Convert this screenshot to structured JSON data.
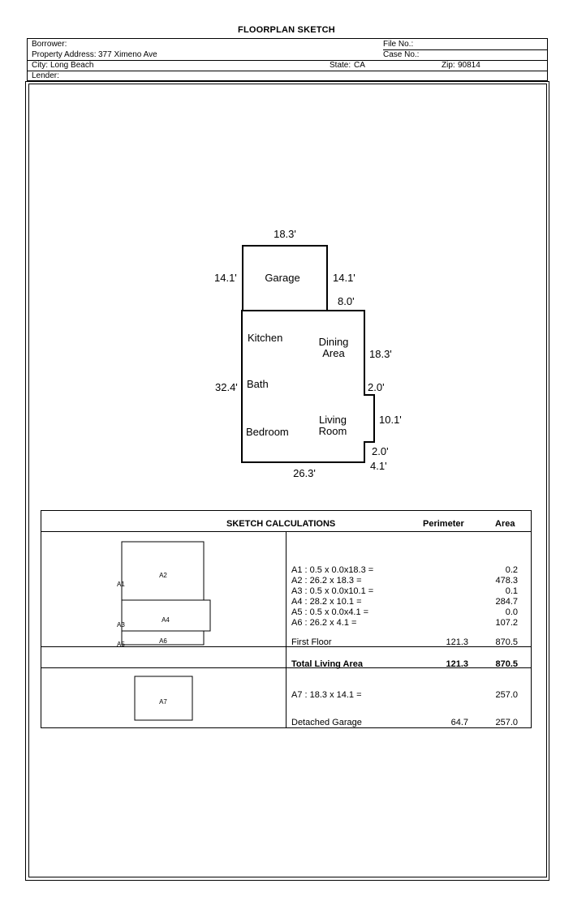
{
  "title": "FLOORPLAN SKETCH",
  "header": {
    "borrower_label": "Borrower:",
    "property_address_label": "Property Address:",
    "property_address": "377 Ximeno Ave",
    "city_label": "City:",
    "city": "Long Beach",
    "state_label": "State:",
    "state": "CA",
    "zip_label": "Zip:",
    "zip": "90814",
    "lender_label": "Lender:",
    "file_no_label": "File No.:",
    "case_no_label": "Case No.:"
  },
  "sketch": {
    "dimensions": {
      "garage_top": "18.3'",
      "garage_left": "14.1'",
      "garage_right": "14.1'",
      "step_top": "8.0'",
      "house_left": "32.4'",
      "dining_right": "18.3'",
      "jog1": "2.0'",
      "living_right": "10.1'",
      "jog2": "2.0'",
      "corner": "4.1'",
      "house_bottom": "26.3'"
    },
    "rooms": {
      "garage": "Garage",
      "kitchen": "Kitchen",
      "dining_1": "Dining",
      "dining_2": "Area",
      "bath": "Bath",
      "living_1": "Living",
      "living_2": "Room",
      "bedroom": "Bedroom"
    }
  },
  "calculations": {
    "heading": "SKETCH CALCULATIONS",
    "col_perimeter": "Perimeter",
    "col_area": "Area",
    "area_labels": [
      "A1",
      "A2",
      "A3",
      "A4",
      "A5",
      "A6",
      "A7"
    ],
    "first_floor": {
      "formulas": [
        {
          "formula": "A1 : 0.5 x 0.0x18.3 =",
          "area": "0.2"
        },
        {
          "formula": "A2 : 26.2 x 18.3 =",
          "area": "478.3"
        },
        {
          "formula": "A3 : 0.5 x 0.0x10.1 =",
          "area": "0.1"
        },
        {
          "formula": "A4 : 28.2 x 10.1 =",
          "area": "284.7"
        },
        {
          "formula": "A5 : 0.5 x 0.0x4.1 =",
          "area": "0.0"
        },
        {
          "formula": "A6 : 26.2 x 4.1 =",
          "area": "107.2"
        }
      ],
      "subtotal_label": "First Floor",
      "subtotal_perimeter": "121.3",
      "subtotal_area": "870.5"
    },
    "total": {
      "label": "Total Living Area",
      "perimeter": "121.3",
      "area": "870.5"
    },
    "garage": {
      "formula": "A7 : 18.3 x 14.1 =",
      "area": "257.0",
      "label": "Detached Garage",
      "perimeter": "64.7",
      "total_area": "257.0"
    }
  }
}
